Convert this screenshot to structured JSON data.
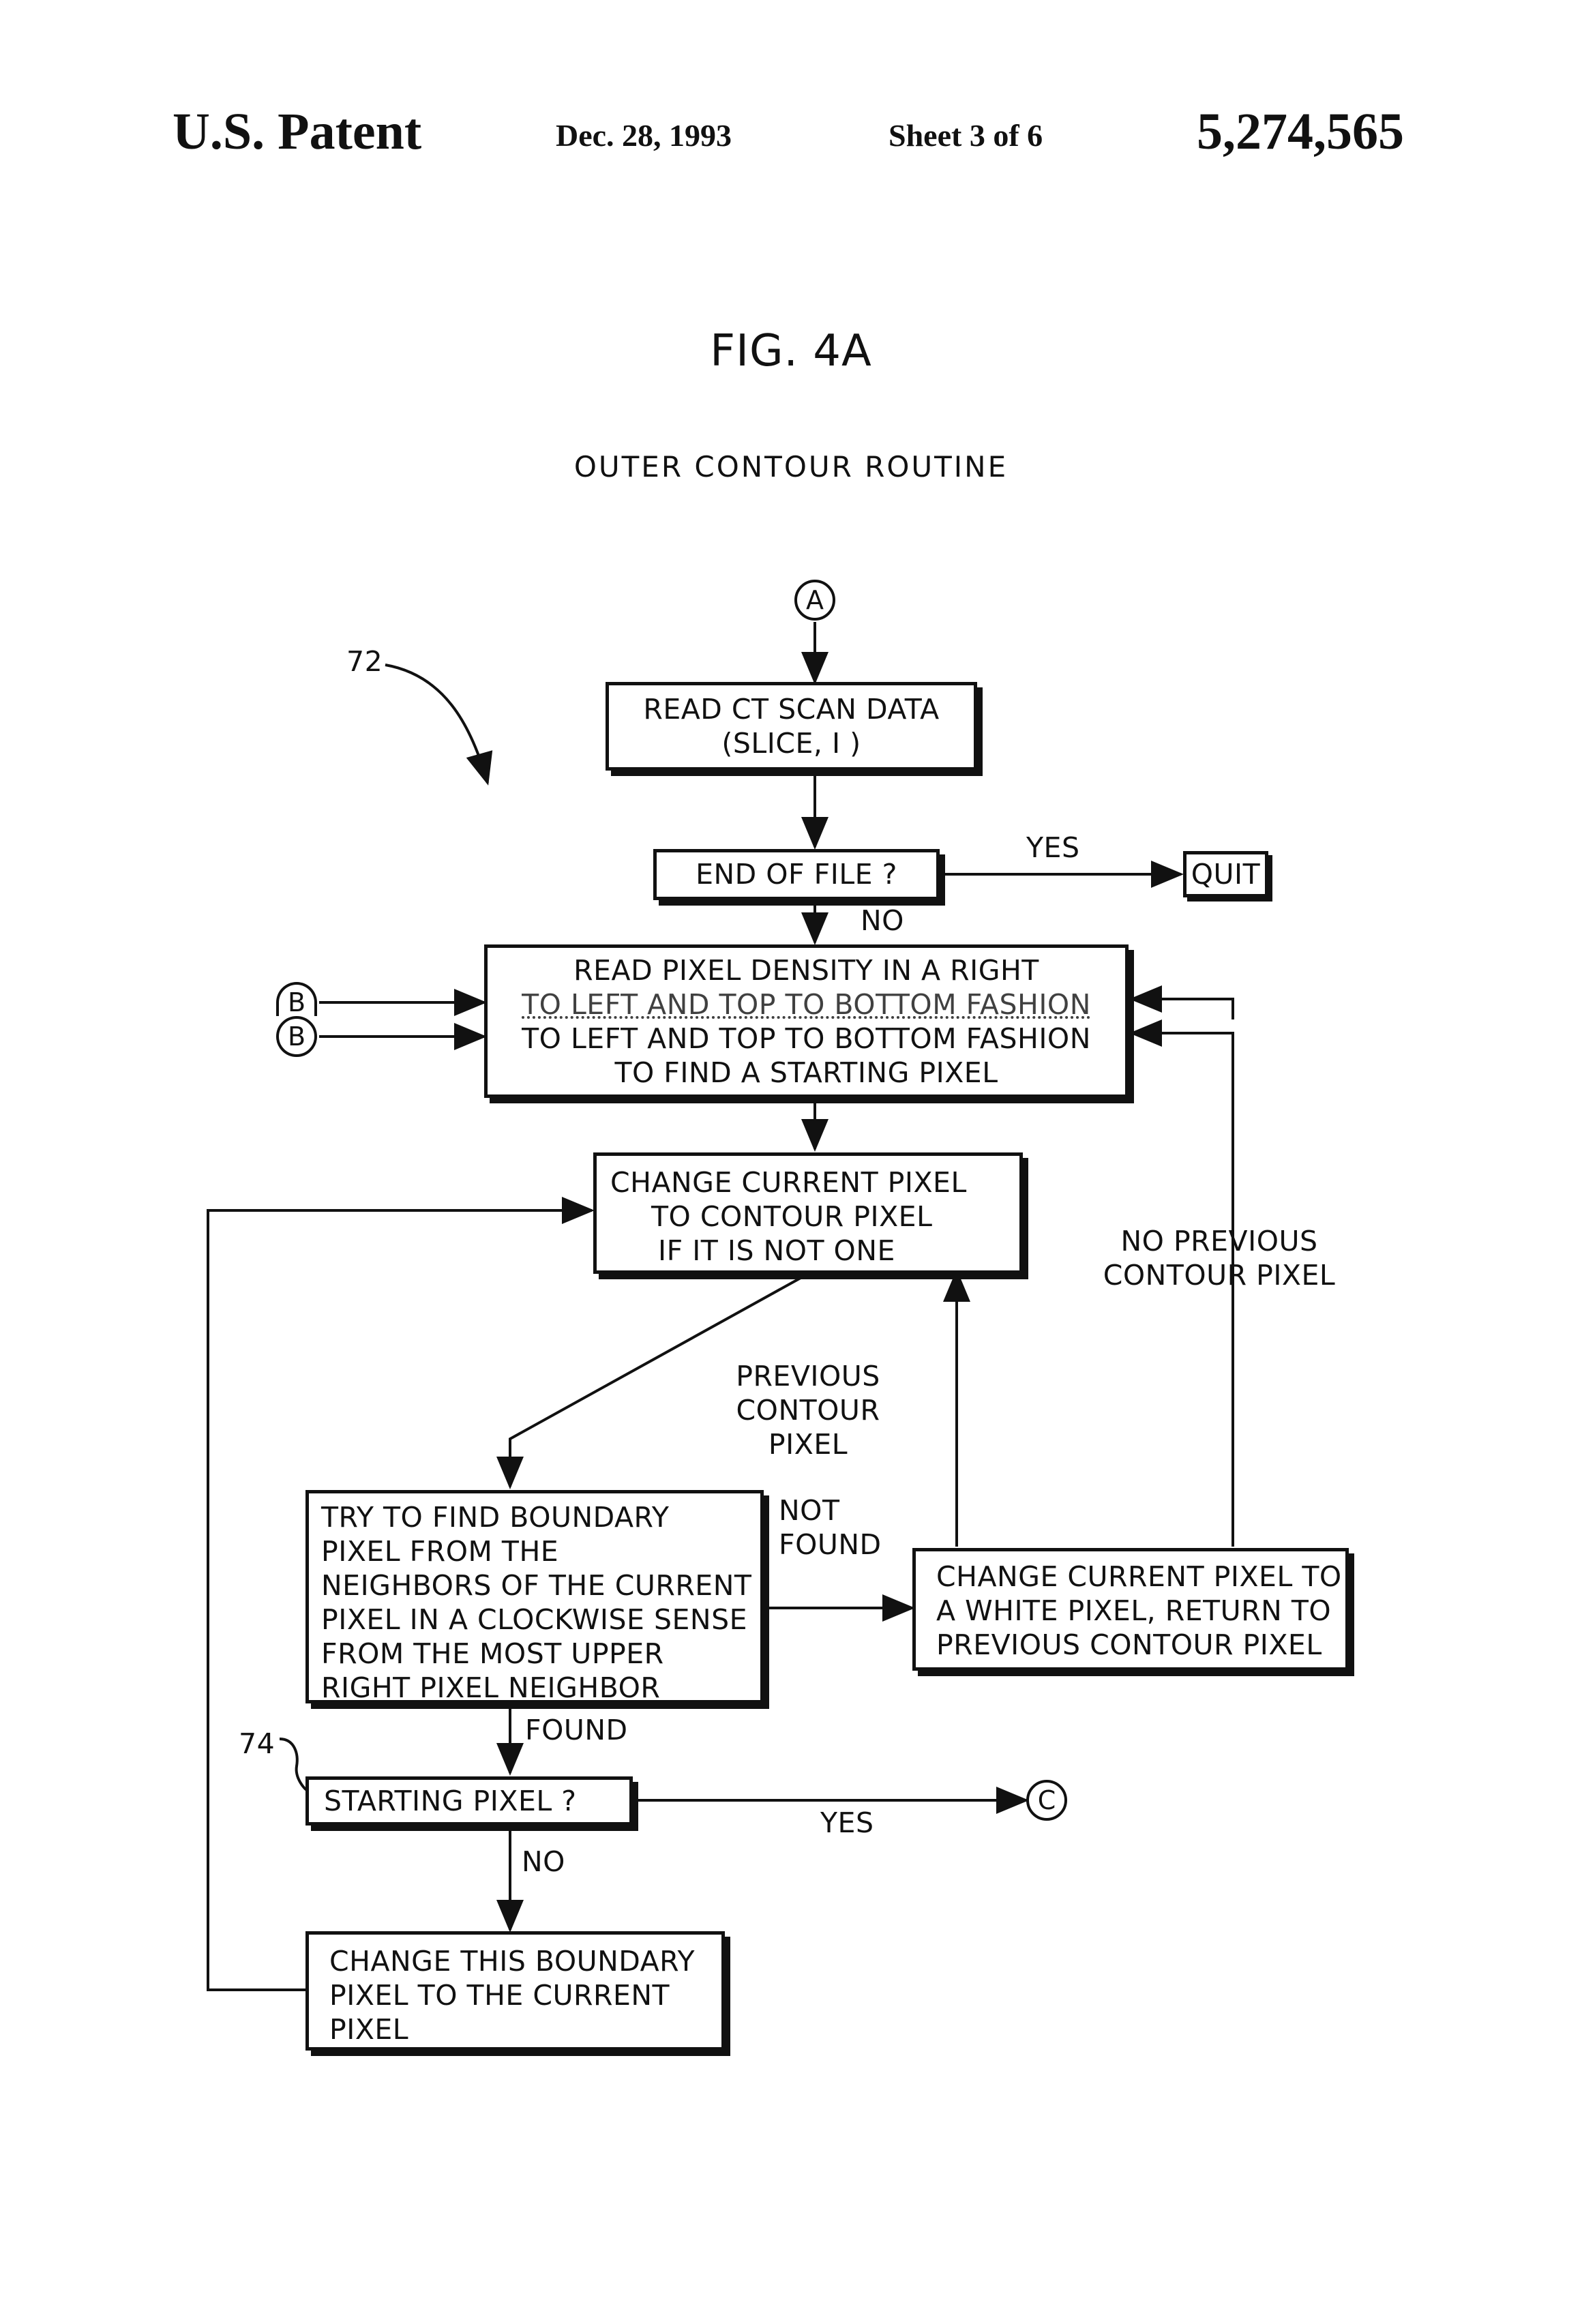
{
  "header": {
    "brand": "U.S. Patent",
    "date": "Dec. 28, 1993",
    "sheet": "Sheet 3 of 6",
    "patent_number": "5,274,565"
  },
  "figure": {
    "label": "FIG. 4A",
    "title": "OUTER CONTOUR ROUTINE"
  },
  "refs": {
    "ref_72": "72",
    "ref_74": "74"
  },
  "connectors": {
    "a": "A",
    "b_ghost": "B",
    "b": "B",
    "c": "C"
  },
  "boxes": {
    "read_ct": [
      "READ CT SCAN DATA",
      "(SLICE, I )"
    ],
    "end_of_file": [
      "END OF FILE ?"
    ],
    "quit": [
      "QUIT"
    ],
    "read_pixel": [
      "READ PIXEL DENSITY IN A RIGHT",
      "TO LEFT AND TOP TO BOTTOM FASHION",
      "TO LEFT AND TOP TO BOTTOM FASHION",
      "TO FIND A STARTING PIXEL"
    ],
    "change_current": [
      "CHANGE CURRENT PIXEL",
      "TO CONTOUR PIXEL",
      "IF IT IS NOT ONE"
    ],
    "try_find": [
      "TRY TO FIND BOUNDARY",
      "PIXEL FROM THE",
      "NEIGHBORS OF THE CURRENT",
      "PIXEL IN A CLOCKWISE SENSE",
      "FROM THE MOST UPPER",
      "RIGHT PIXEL NEIGHBOR"
    ],
    "change_white": [
      "CHANGE CURRENT PIXEL TO",
      "A WHITE PIXEL, RETURN TO",
      "PREVIOUS CONTOUR PIXEL"
    ],
    "starting_pixel": [
      "STARTING PIXEL ?"
    ],
    "change_boundary": [
      "CHANGE THIS BOUNDARY",
      "PIXEL TO THE CURRENT",
      "PIXEL"
    ]
  },
  "labels": {
    "yes_quit": "YES",
    "no_eof": "NO",
    "no_previous": [
      "NO PREVIOUS",
      "CONTOUR PIXEL"
    ],
    "previous": [
      "PREVIOUS",
      "CONTOUR",
      "PIXEL"
    ],
    "not_found": [
      "NOT",
      "FOUND"
    ],
    "found": "FOUND",
    "yes_start": "YES",
    "no_start": "NO"
  }
}
